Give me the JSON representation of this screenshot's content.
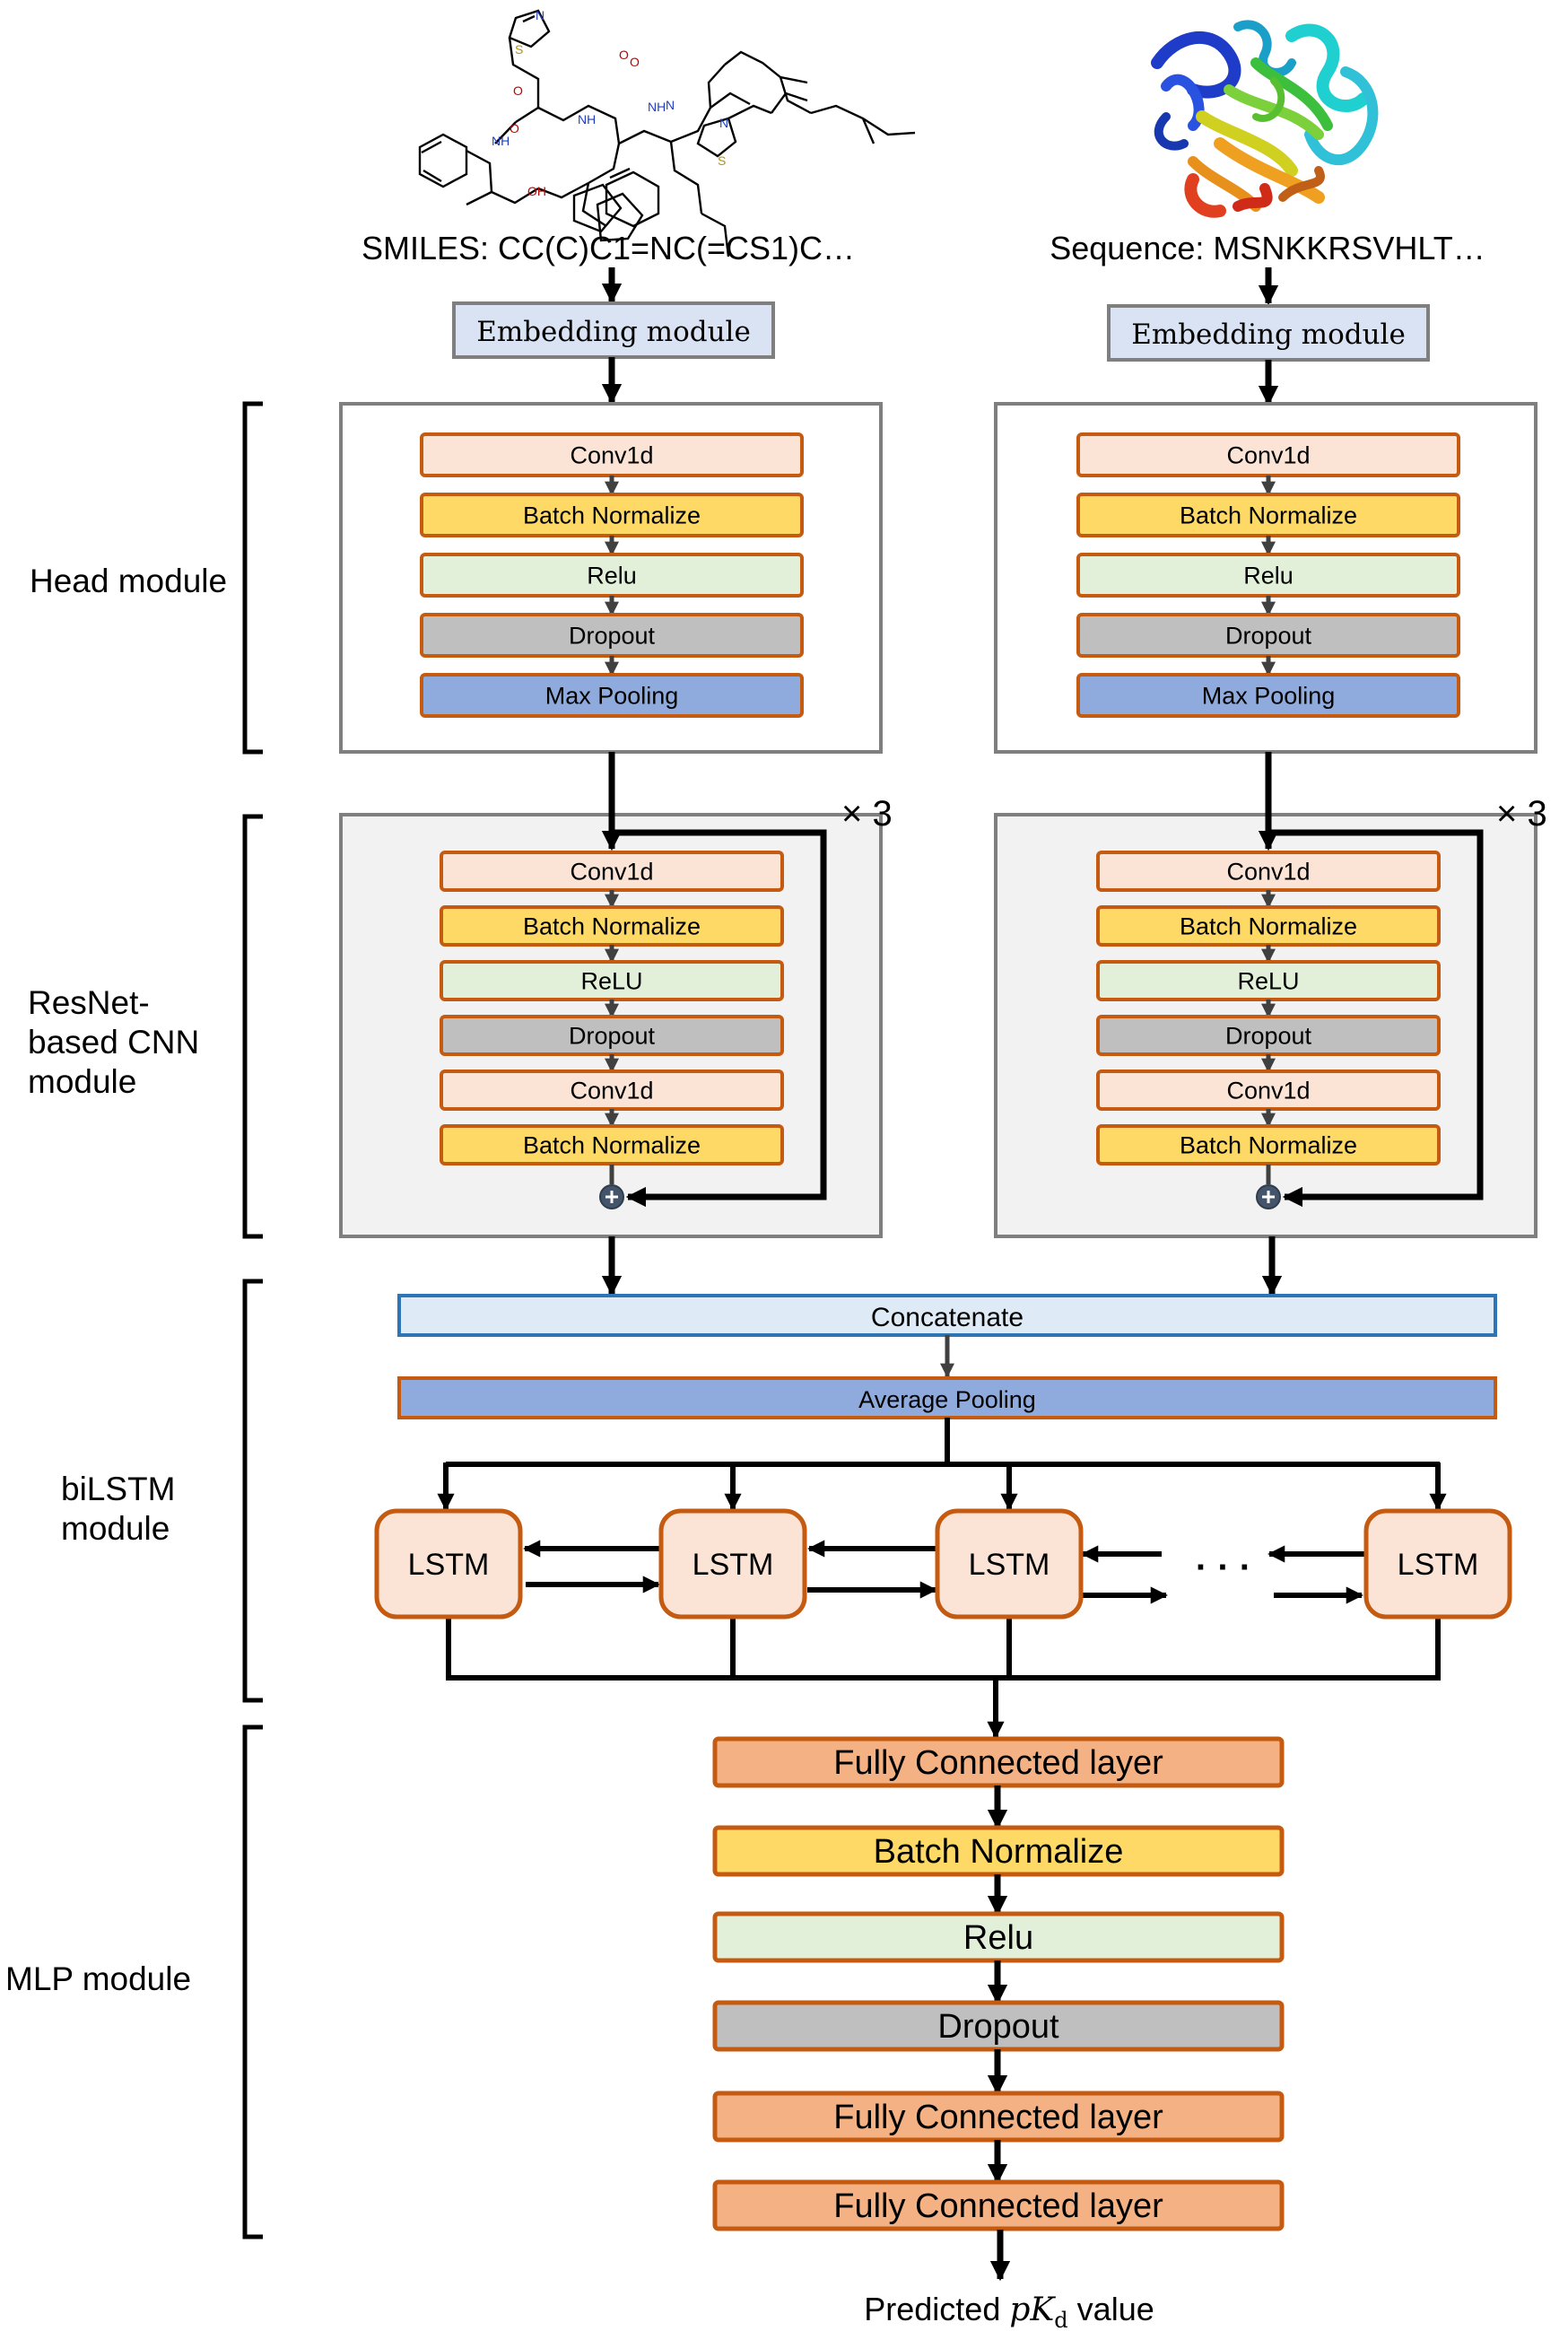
{
  "inputs": {
    "smiles_label": "SMILES: CC(C)C1=NC(=CS1)C…",
    "sequence_label": "Sequence: MSNKKRSVHLT…"
  },
  "embedding": {
    "label": "Embedding module"
  },
  "modules": {
    "head": "Head module",
    "resnet": [
      "ResNet-",
      "based CNN",
      "module"
    ],
    "bilstm": [
      "biLSTM",
      "module"
    ],
    "mlp": "MLP module"
  },
  "head_layers": [
    "Conv1d",
    "Batch Normalize",
    "Relu",
    "Dropout",
    "Max Pooling"
  ],
  "resnet_layers": [
    "Conv1d",
    "Batch Normalize",
    "ReLU",
    "Dropout",
    "Conv1d",
    "Batch Normalize"
  ],
  "repeat_label": "× 3",
  "concatenate": "Concatenate",
  "average_pooling": "Average Pooling",
  "lstm_label": "LSTM",
  "ellipsis": "· · ·",
  "mlp_layers": [
    "Fully Connected layer",
    "Batch Normalize",
    "Relu",
    "Dropout",
    "Fully Connected layer",
    "Fully Connected layer"
  ],
  "output": {
    "prefix": "Predicted ",
    "variable": "pK",
    "subscript": "d",
    "suffix": " value"
  },
  "colors": {
    "conv": "#fbe3d6",
    "batchnorm": "#ffd966",
    "relu": "#e2f0d9",
    "dropout": "#bfbfbf",
    "pool": "#8faadc",
    "border_orange": "#c55a11",
    "fc": "#f4b183",
    "embedding": "#dae3f3",
    "concat": "#deebf7",
    "concat_border": "#2e75b6"
  }
}
